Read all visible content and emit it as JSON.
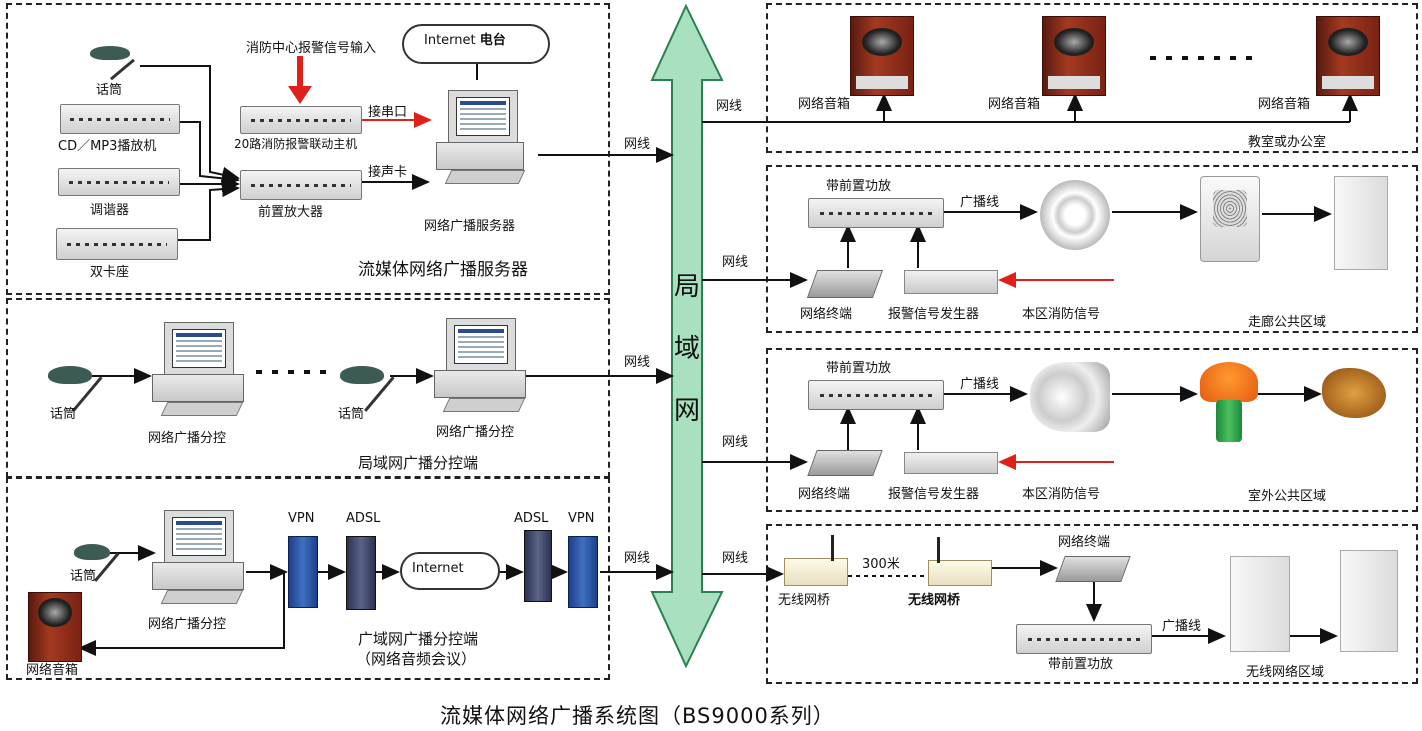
{
  "labels": {
    "mic1": "话筒",
    "cdmp3": "CD／MP3播放机",
    "tuner": "调谐器",
    "cassette": "双卡座",
    "fire_center_input": "消防中心报警信号输入",
    "alarm_host": "20路消防报警联动主机",
    "preamp": "前置放大器",
    "internet_radio_internet": "Internet",
    "internet_radio_station": "电台",
    "serial": "接串口",
    "soundcard": "接声卡",
    "server": "网络广播服务器",
    "section_server": "流媒体网络广播服务器",
    "net_line_1": "网线",
    "mic2": "话筒",
    "sub1": "网络广播分控",
    "mic3": "话筒",
    "sub2": "网络广播分控",
    "net_line_2": "网线",
    "section_lan": "局域网广播分控端",
    "mic4": "话筒",
    "sub3": "网络广播分控",
    "vpn1": "VPN",
    "adsl1": "ADSL",
    "internet_cloud": "Internet",
    "adsl2": "ADSL",
    "vpn2": "VPN",
    "net_line_3": "网线",
    "spk_left": "网络音箱",
    "section_wan_1": "广域网广播分控端",
    "section_wan_2": "（网络音频会议）",
    "lan_1": "局",
    "lan_2": "域",
    "lan_3": "网",
    "r_net_1": "网线",
    "spk_a": "网络音箱",
    "spk_b": "网络音箱",
    "spk_c": "网络音箱",
    "zone_classroom": "教室或办公室",
    "r_net_2": "网线",
    "amp1": "带前置功放",
    "bcast1": "广播线",
    "term1": "网络终端",
    "alarmgen1": "报警信号发生器",
    "local_fire1": "本区消防信号",
    "zone_corridor": "走廊公共区域",
    "r_net_3": "网线",
    "amp2": "带前置功放",
    "bcast2": "广播线",
    "term2": "网络终端",
    "alarmgen2": "报警信号发生器",
    "local_fire2": "本区消防信号",
    "zone_outdoor": "室外公共区域",
    "r_net_4": "网线",
    "bridge1": "无线网桥",
    "dist": "300米",
    "bridge2": "无线网桥",
    "term3": "网络终端",
    "amp3": "带前置功放",
    "bcast3": "广播线",
    "zone_wireless": "无线网络区域",
    "main_title": "流媒体网络广播系统图（BS9000系列）"
  },
  "colors": {
    "lan_arrow_fill": "#a8e0c0",
    "lan_arrow_stroke": "#2a8050",
    "alarm_arrow": "#e0201a",
    "line": "#111111"
  }
}
